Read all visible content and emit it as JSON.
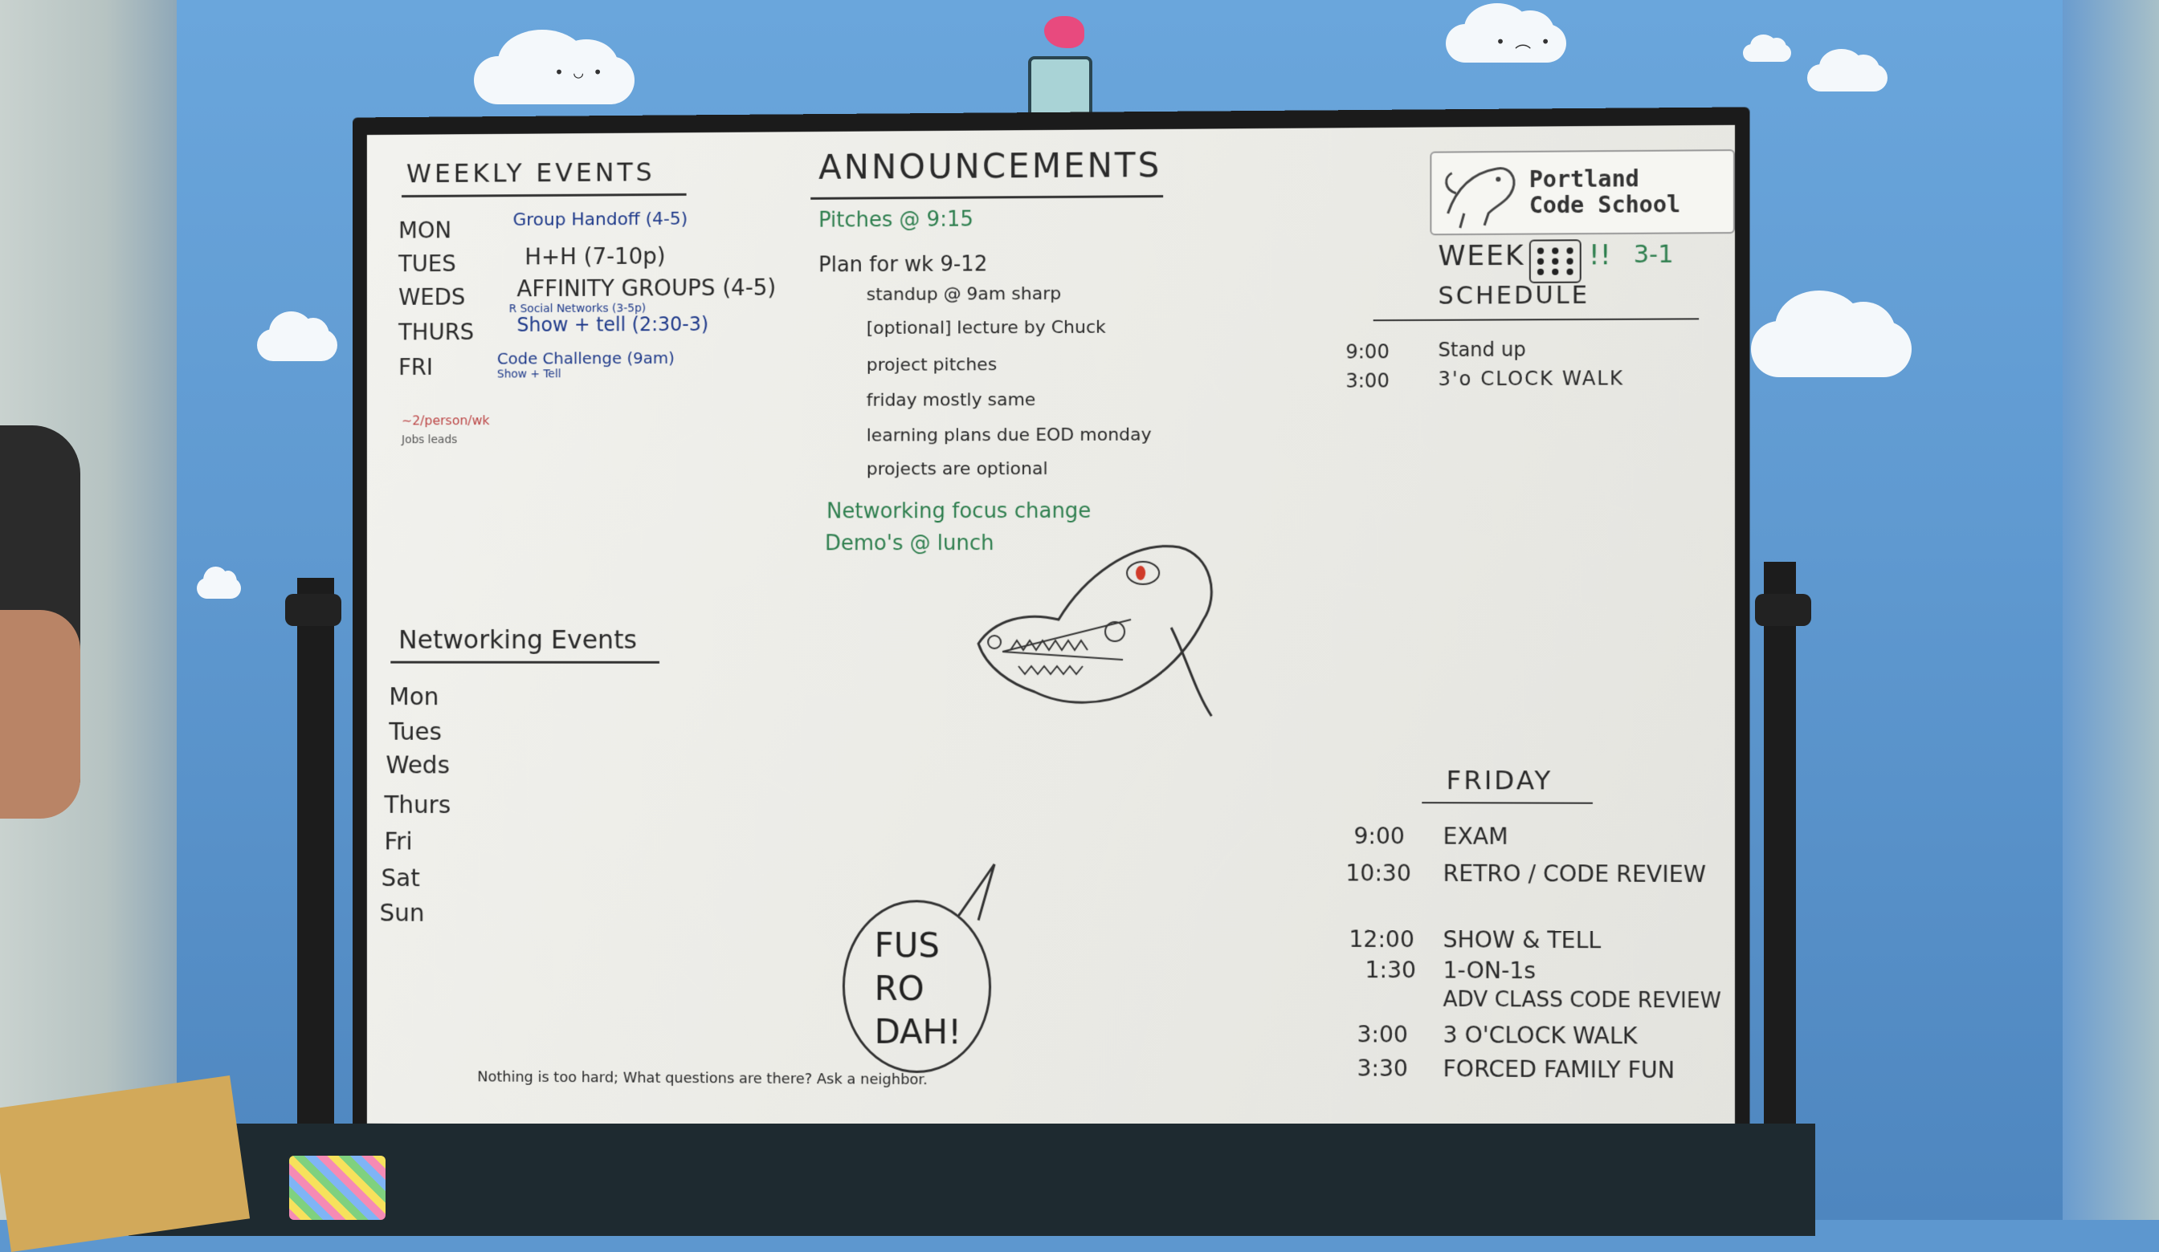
{
  "weekly_events": {
    "title": "WEEKLY EVENTS",
    "rows": [
      {
        "day": "MON",
        "event": "Group Handoff (4-5)"
      },
      {
        "day": "TUES",
        "event": "H+H (7-10p)"
      },
      {
        "day": "WEDS",
        "event": "AFFINITY GROUPS (4-5)"
      },
      {
        "day": "THURS",
        "event": "Show + tell (2:30-3)"
      },
      {
        "day": "FRI",
        "event": "Code Challenge (9am)"
      }
    ],
    "small_notes": [
      "R Social Networks (3-5p)",
      "Show + Tell",
      "~2/person/wk",
      "Jobs leads"
    ]
  },
  "networking_events": {
    "title": "Networking Events",
    "days": [
      "Mon",
      "Tues",
      "Weds",
      "Thurs",
      "Fri",
      "Sat",
      "Sun"
    ]
  },
  "announcements": {
    "title": "ANNOUNCEMENTS",
    "top_note": "Pitches @ 9:15",
    "plan_heading": "Plan for wk 9-12",
    "plan_items": [
      "standup @ 9am sharp",
      "[optional] lecture by Chuck",
      "project pitches",
      "friday mostly same",
      "learning plans due EOD monday",
      "projects are optional"
    ],
    "green_notes": [
      "Networking focus change",
      "Demo's @ lunch"
    ]
  },
  "logo": {
    "text": "Portland\nCode School"
  },
  "week_schedule": {
    "week_label": "WEEK",
    "exclaim": "!!",
    "week_num": "3-1",
    "title": "SCHEDULE",
    "items": [
      {
        "time": "9:00",
        "event": "Stand up"
      },
      {
        "time": "3:00",
        "event": "3'o CLOCK WALK"
      }
    ]
  },
  "friday": {
    "title": "FRIDAY",
    "items": [
      {
        "time": "9:00",
        "event": "EXAM"
      },
      {
        "time": "10:30",
        "event": "RETRO / CODE REVIEW"
      },
      {
        "time": "12:00",
        "event": "SHOW & TELL"
      },
      {
        "time": "1:30",
        "event": "1-ON-1s"
      },
      {
        "time": "",
        "event": "ADV CLASS CODE REVIEW"
      },
      {
        "time": "3:00",
        "event": "3 O'CLOCK WALK"
      },
      {
        "time": "3:30",
        "event": "FORCED FAMILY FUN"
      }
    ]
  },
  "speech_bubble": {
    "text": "FUS\nRO\nDAH!"
  },
  "footer_note": "Nothing is too hard; What questions are there? Ask a neighbor."
}
